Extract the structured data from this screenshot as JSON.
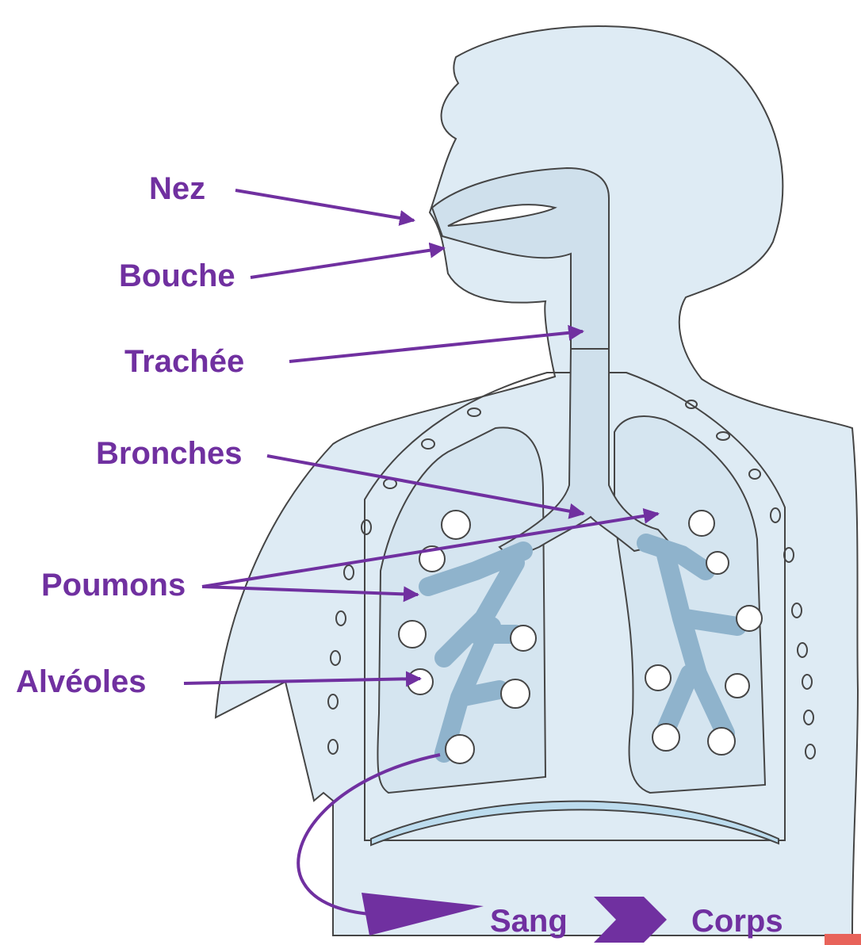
{
  "colors": {
    "label": "#7030a0",
    "arrow": "#7030a0",
    "body_fill": "#deebf4",
    "airway_fill": "#cfe0ec",
    "diaphragm": "#bcdcee",
    "outline": "#454545",
    "corner_mark": "#e8635a"
  },
  "labels": {
    "nose": "Nez",
    "mouth": "Bouche",
    "trachea": "Trachée",
    "bronchi": "Bronches",
    "lungs": "Poumons",
    "alveoli": "Alvéoles",
    "blood": "Sang",
    "body": "Corps"
  }
}
